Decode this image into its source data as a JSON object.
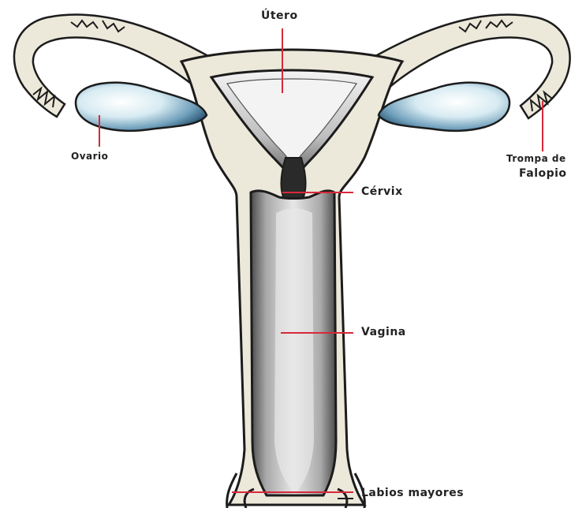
{
  "labels": {
    "utero": "Útero",
    "ovario": "Ovario",
    "trompa_line1": "Trompa de",
    "trompa_line2": "Falopio",
    "cervix": "Cérvix",
    "vagina": "Vagina",
    "labios": "Labios mayores"
  },
  "colors": {
    "tissue": "#ece8da",
    "outline": "#1c1c1c",
    "ovary_light": "#e8f4f8",
    "ovary_dark": "#3a6a86",
    "leader_line": "#d8283a",
    "cavity_shade": "#8d8d8d"
  }
}
